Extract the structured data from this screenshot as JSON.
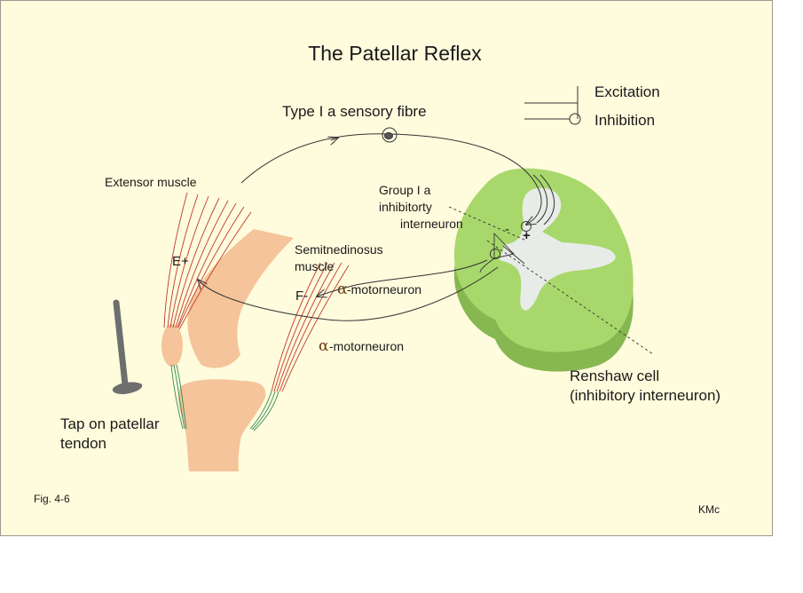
{
  "title": "The Patellar Reflex",
  "legend": {
    "excitation": "Excitation",
    "inhibition": "Inhibition"
  },
  "labels": {
    "sensory_fibre": "Type I a sensory fibre",
    "extensor_muscle": "Extensor muscle",
    "interneuron": [
      "Group I a",
      "inhibitorty",
      "interneuron"
    ],
    "semitendinosus": [
      "Semitnedinosus",
      "muscle"
    ],
    "extensor_sign": "E+",
    "flexor_sign": "F-",
    "alpha_symbol": "α",
    "motorneuron_1": "-motorneuron",
    "motorneuron_2": "-motorneuron",
    "renshaw": [
      "Renshaw cell",
      "(inhibitory interneuron)"
    ],
    "tap": [
      "Tap on patellar",
      "tendon"
    ],
    "minus_sign": "-",
    "plus_sign": "+",
    "figure_number": "Fig. 4-6",
    "author": "KMc"
  },
  "colors": {
    "background": "#fffbdd",
    "bone": "#f5c49a",
    "spinal_cord": "#a8d86b",
    "spinal_cord_shadow": "#86b750",
    "grey_matter": "#e8ece8",
    "muscle_fibre": "#c0392b",
    "tendon_fibre": "#2e8b57",
    "hammer": "#6e6e6e"
  }
}
